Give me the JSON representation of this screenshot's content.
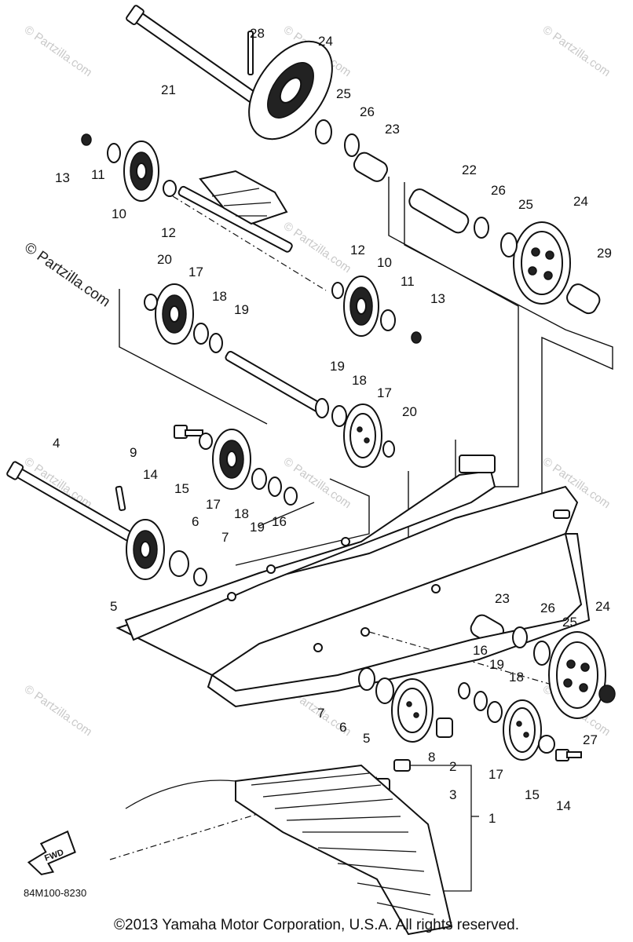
{
  "diagram": {
    "part_labels": [
      {
        "id": "label-28",
        "text": "28"
      },
      {
        "id": "label-24a",
        "text": "24"
      },
      {
        "id": "label-21",
        "text": "21"
      },
      {
        "id": "label-25a",
        "text": "25"
      },
      {
        "id": "label-26a",
        "text": "26"
      },
      {
        "id": "label-23a",
        "text": "23"
      },
      {
        "id": "label-13a",
        "text": "13"
      },
      {
        "id": "label-11a",
        "text": "11"
      },
      {
        "id": "label-10a",
        "text": "10"
      },
      {
        "id": "label-12a",
        "text": "12"
      },
      {
        "id": "label-22",
        "text": "22"
      },
      {
        "id": "label-26b",
        "text": "26"
      },
      {
        "id": "label-25b",
        "text": "25"
      },
      {
        "id": "label-24b",
        "text": "24"
      },
      {
        "id": "label-29",
        "text": "29"
      },
      {
        "id": "label-20a",
        "text": "20"
      },
      {
        "id": "label-17a",
        "text": "17"
      },
      {
        "id": "label-18a",
        "text": "18"
      },
      {
        "id": "label-19a",
        "text": "19"
      },
      {
        "id": "label-12b",
        "text": "12"
      },
      {
        "id": "label-10b",
        "text": "10"
      },
      {
        "id": "label-11b",
        "text": "11"
      },
      {
        "id": "label-13b",
        "text": "13"
      },
      {
        "id": "label-19b",
        "text": "19"
      },
      {
        "id": "label-18b",
        "text": "18"
      },
      {
        "id": "label-17b",
        "text": "17"
      },
      {
        "id": "label-20b",
        "text": "20"
      },
      {
        "id": "label-4",
        "text": "4"
      },
      {
        "id": "label-9",
        "text": "9"
      },
      {
        "id": "label-14a",
        "text": "14"
      },
      {
        "id": "label-15a",
        "text": "15"
      },
      {
        "id": "label-17c",
        "text": "17"
      },
      {
        "id": "label-18c",
        "text": "18"
      },
      {
        "id": "label-19c",
        "text": "19"
      },
      {
        "id": "label-16a",
        "text": "16"
      },
      {
        "id": "label-6a",
        "text": "6"
      },
      {
        "id": "label-7a",
        "text": "7"
      },
      {
        "id": "label-5a",
        "text": "5"
      },
      {
        "id": "label-23b",
        "text": "23"
      },
      {
        "id": "label-26c",
        "text": "26"
      },
      {
        "id": "label-25c",
        "text": "25"
      },
      {
        "id": "label-24c",
        "text": "24"
      },
      {
        "id": "label-16b",
        "text": "16"
      },
      {
        "id": "label-19d",
        "text": "19"
      },
      {
        "id": "label-18d",
        "text": "18"
      },
      {
        "id": "label-7b",
        "text": "7"
      },
      {
        "id": "label-6b",
        "text": "6"
      },
      {
        "id": "label-5b",
        "text": "5"
      },
      {
        "id": "label-8",
        "text": "8"
      },
      {
        "id": "label-27",
        "text": "27"
      },
      {
        "id": "label-2",
        "text": "2"
      },
      {
        "id": "label-3",
        "text": "3"
      },
      {
        "id": "label-1",
        "text": "1"
      },
      {
        "id": "label-17d",
        "text": "17"
      },
      {
        "id": "label-15b",
        "text": "15"
      },
      {
        "id": "label-14b",
        "text": "14"
      }
    ],
    "diagram_code": "84M100-8230",
    "fwd_arrow_text": "FWD"
  },
  "watermark": {
    "text": "© Partzilla.com",
    "side_text": "© Partzilla.com"
  },
  "footer": {
    "copyright": "©2013 Yamaha Motor Corporation, U.S.A. All rights reserved."
  }
}
